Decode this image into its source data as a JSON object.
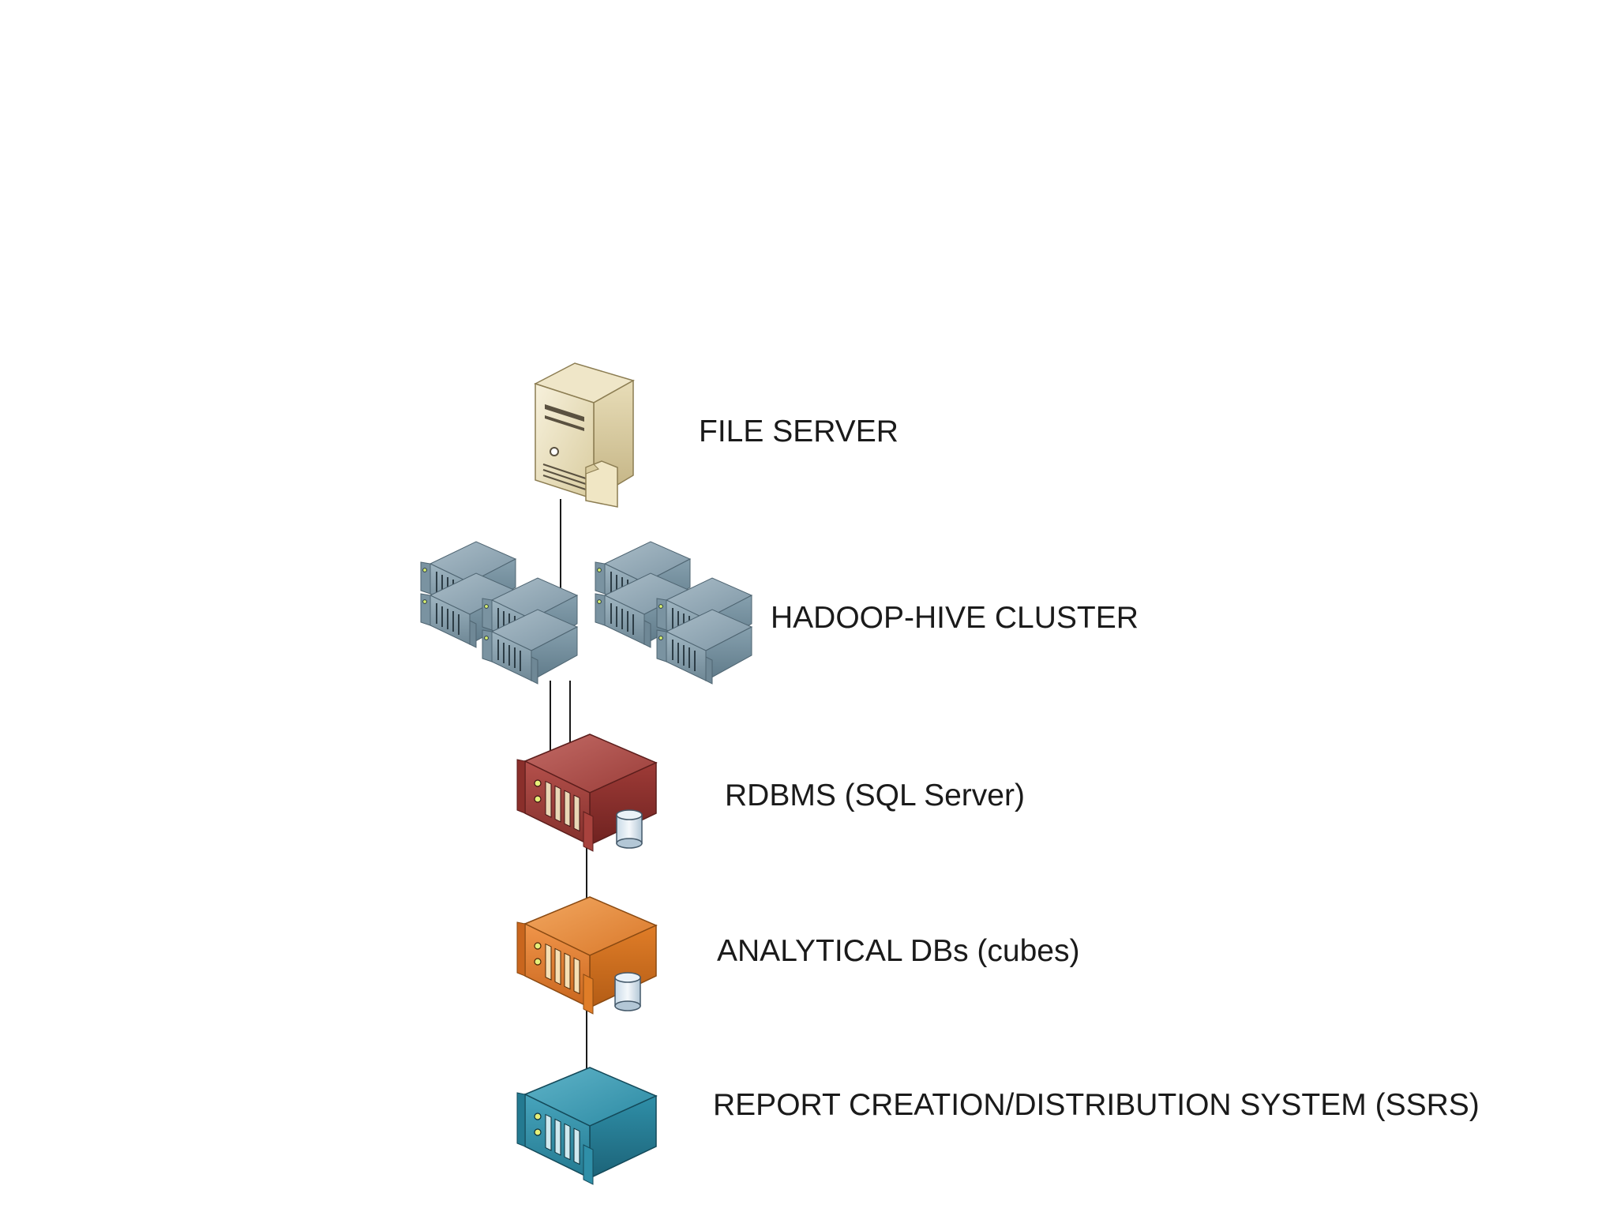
{
  "nodes": [
    {
      "id": "file",
      "label": "FILE SERVER",
      "kind": "tower-file-server",
      "color": "#e8ddb8"
    },
    {
      "id": "hadoop",
      "label": "HADOOP-HIVE CLUSTER",
      "kind": "server-rack-cluster",
      "color": "#8ea7b6"
    },
    {
      "id": "rdbms",
      "label": "RDBMS (SQL Server)",
      "kind": "database-server",
      "color": "#a43f3c"
    },
    {
      "id": "analytical",
      "label": "ANALYTICAL DBs (cubes)",
      "kind": "database-server",
      "color": "#e07d28"
    },
    {
      "id": "report",
      "label": "REPORT CREATION/DISTRIBUTION SYSTEM (SSRS)",
      "kind": "server",
      "color": "#2f8fa8"
    }
  ],
  "edges": [
    {
      "from": "file",
      "to": "hadoop"
    },
    {
      "from": "hadoop",
      "to": "rdbms"
    },
    {
      "from": "hadoop",
      "to": "rdbms"
    },
    {
      "from": "rdbms",
      "to": "analytical"
    },
    {
      "from": "analytical",
      "to": "report"
    }
  ]
}
